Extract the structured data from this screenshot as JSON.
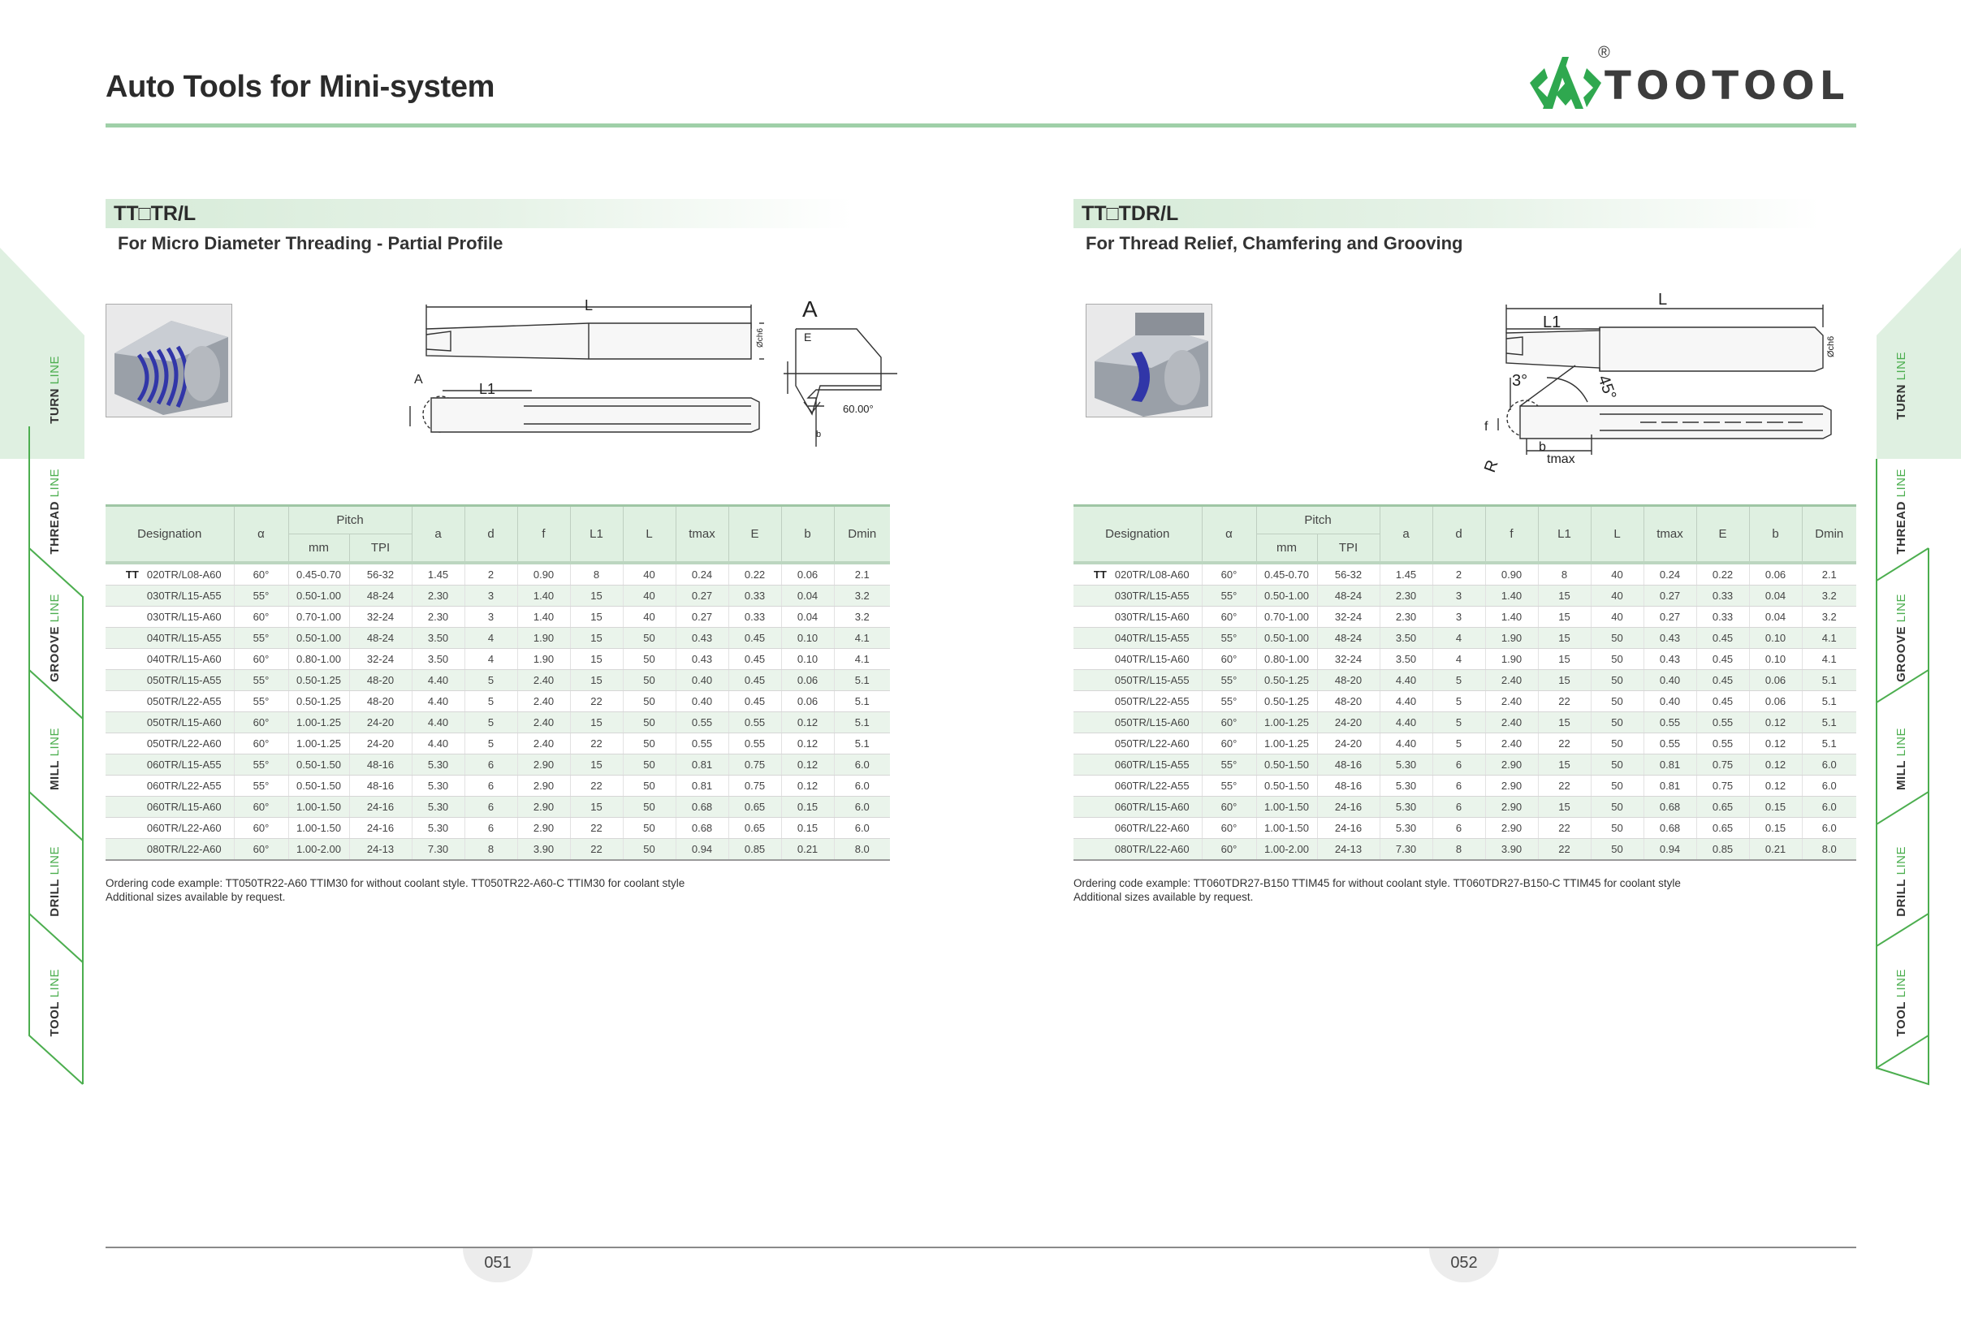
{
  "header": {
    "title": "Auto Tools for Mini-system",
    "brand": "TOOTOOL",
    "registered": "®"
  },
  "colors": {
    "accent": "#9fd0a8",
    "brand_green": "#2fa84f",
    "tab_green": "#dff0e1"
  },
  "side_tabs": [
    {
      "bold": "TURN",
      "light": "LINE"
    },
    {
      "bold": "THREAD",
      "light": "LINE"
    },
    {
      "bold": "GROOVE",
      "light": "LINE"
    },
    {
      "bold": "MILL",
      "light": "LINE"
    },
    {
      "bold": "DRILL",
      "light": "LINE"
    },
    {
      "bold": "TOOL",
      "light": "LINE"
    }
  ],
  "sections": [
    {
      "title": "TT□TR/L",
      "subtitle": "For Micro Diameter Threading - Partial Profile",
      "drawing_labels": {
        "L": "L",
        "L1": "L1",
        "A": "A",
        "A_view": "A",
        "E": "E",
        "dia": "Øch6",
        "angle": "60.00°",
        "b": "b",
        "side_label": "A"
      },
      "table": {
        "headers": {
          "designation": "Designation",
          "alpha": "α",
          "pitch": "Pitch",
          "mm": "mm",
          "tpi": "TPI",
          "a": "a",
          "d": "d",
          "f": "f",
          "L1": "L1",
          "L": "L",
          "tmax": "tmax",
          "E": "E",
          "b": "b",
          "Dmin": "Dmin"
        },
        "prefix": "TT",
        "rows": [
          [
            "020TR/L08-A60",
            "60°",
            "0.45-0.70",
            "56-32",
            "1.45",
            "2",
            "0.90",
            "8",
            "40",
            "0.24",
            "0.22",
            "0.06",
            "2.1"
          ],
          [
            "030TR/L15-A55",
            "55°",
            "0.50-1.00",
            "48-24",
            "2.30",
            "3",
            "1.40",
            "15",
            "40",
            "0.27",
            "0.33",
            "0.04",
            "3.2"
          ],
          [
            "030TR/L15-A60",
            "60°",
            "0.70-1.00",
            "32-24",
            "2.30",
            "3",
            "1.40",
            "15",
            "40",
            "0.27",
            "0.33",
            "0.04",
            "3.2"
          ],
          [
            "040TR/L15-A55",
            "55°",
            "0.50-1.00",
            "48-24",
            "3.50",
            "4",
            "1.90",
            "15",
            "50",
            "0.43",
            "0.45",
            "0.10",
            "4.1"
          ],
          [
            "040TR/L15-A60",
            "60°",
            "0.80-1.00",
            "32-24",
            "3.50",
            "4",
            "1.90",
            "15",
            "50",
            "0.43",
            "0.45",
            "0.10",
            "4.1"
          ],
          [
            "050TR/L15-A55",
            "55°",
            "0.50-1.25",
            "48-20",
            "4.40",
            "5",
            "2.40",
            "15",
            "50",
            "0.40",
            "0.45",
            "0.06",
            "5.1"
          ],
          [
            "050TR/L22-A55",
            "55°",
            "0.50-1.25",
            "48-20",
            "4.40",
            "5",
            "2.40",
            "22",
            "50",
            "0.40",
            "0.45",
            "0.06",
            "5.1"
          ],
          [
            "050TR/L15-A60",
            "60°",
            "1.00-1.25",
            "24-20",
            "4.40",
            "5",
            "2.40",
            "15",
            "50",
            "0.55",
            "0.55",
            "0.12",
            "5.1"
          ],
          [
            "050TR/L22-A60",
            "60°",
            "1.00-1.25",
            "24-20",
            "4.40",
            "5",
            "2.40",
            "22",
            "50",
            "0.55",
            "0.55",
            "0.12",
            "5.1"
          ],
          [
            "060TR/L15-A55",
            "55°",
            "0.50-1.50",
            "48-16",
            "5.30",
            "6",
            "2.90",
            "15",
            "50",
            "0.81",
            "0.75",
            "0.12",
            "6.0"
          ],
          [
            "060TR/L22-A55",
            "55°",
            "0.50-1.50",
            "48-16",
            "5.30",
            "6",
            "2.90",
            "22",
            "50",
            "0.81",
            "0.75",
            "0.12",
            "6.0"
          ],
          [
            "060TR/L15-A60",
            "60°",
            "1.00-1.50",
            "24-16",
            "5.30",
            "6",
            "2.90",
            "15",
            "50",
            "0.68",
            "0.65",
            "0.15",
            "6.0"
          ],
          [
            "060TR/L22-A60",
            "60°",
            "1.00-1.50",
            "24-16",
            "5.30",
            "6",
            "2.90",
            "22",
            "50",
            "0.68",
            "0.65",
            "0.15",
            "6.0"
          ],
          [
            "080TR/L22-A60",
            "60°",
            "1.00-2.00",
            "24-13",
            "7.30",
            "8",
            "3.90",
            "22",
            "50",
            "0.94",
            "0.85",
            "0.21",
            "8.0"
          ]
        ]
      },
      "note1": "Ordering code example: TT050TR22-A60 TTIM30 for without coolant style.  TT050TR22-A60-C TTIM30 for coolant style",
      "note2": "Additional sizes available by request.",
      "page": "051"
    },
    {
      "title": "TT□TDR/L",
      "subtitle": "For Thread Relief, Chamfering and Grooving",
      "drawing_labels": {
        "L": "L",
        "L1": "L1",
        "dia": "Øch6",
        "a3": "3°",
        "a45": "45°",
        "f": "f",
        "R": "R",
        "b": "b",
        "tmax": "tmax"
      },
      "table": {
        "headers": {
          "designation": "Designation",
          "alpha": "α",
          "pitch": "Pitch",
          "mm": "mm",
          "tpi": "TPI",
          "a": "a",
          "d": "d",
          "f": "f",
          "L1": "L1",
          "L": "L",
          "tmax": "tmax",
          "E": "E",
          "b": "b",
          "Dmin": "Dmin"
        },
        "prefix": "TT",
        "rows": [
          [
            "020TR/L08-A60",
            "60°",
            "0.45-0.70",
            "56-32",
            "1.45",
            "2",
            "0.90",
            "8",
            "40",
            "0.24",
            "0.22",
            "0.06",
            "2.1"
          ],
          [
            "030TR/L15-A55",
            "55°",
            "0.50-1.00",
            "48-24",
            "2.30",
            "3",
            "1.40",
            "15",
            "40",
            "0.27",
            "0.33",
            "0.04",
            "3.2"
          ],
          [
            "030TR/L15-A60",
            "60°",
            "0.70-1.00",
            "32-24",
            "2.30",
            "3",
            "1.40",
            "15",
            "40",
            "0.27",
            "0.33",
            "0.04",
            "3.2"
          ],
          [
            "040TR/L15-A55",
            "55°",
            "0.50-1.00",
            "48-24",
            "3.50",
            "4",
            "1.90",
            "15",
            "50",
            "0.43",
            "0.45",
            "0.10",
            "4.1"
          ],
          [
            "040TR/L15-A60",
            "60°",
            "0.80-1.00",
            "32-24",
            "3.50",
            "4",
            "1.90",
            "15",
            "50",
            "0.43",
            "0.45",
            "0.10",
            "4.1"
          ],
          [
            "050TR/L15-A55",
            "55°",
            "0.50-1.25",
            "48-20",
            "4.40",
            "5",
            "2.40",
            "15",
            "50",
            "0.40",
            "0.45",
            "0.06",
            "5.1"
          ],
          [
            "050TR/L22-A55",
            "55°",
            "0.50-1.25",
            "48-20",
            "4.40",
            "5",
            "2.40",
            "22",
            "50",
            "0.40",
            "0.45",
            "0.06",
            "5.1"
          ],
          [
            "050TR/L15-A60",
            "60°",
            "1.00-1.25",
            "24-20",
            "4.40",
            "5",
            "2.40",
            "15",
            "50",
            "0.55",
            "0.55",
            "0.12",
            "5.1"
          ],
          [
            "050TR/L22-A60",
            "60°",
            "1.00-1.25",
            "24-20",
            "4.40",
            "5",
            "2.40",
            "22",
            "50",
            "0.55",
            "0.55",
            "0.12",
            "5.1"
          ],
          [
            "060TR/L15-A55",
            "55°",
            "0.50-1.50",
            "48-16",
            "5.30",
            "6",
            "2.90",
            "15",
            "50",
            "0.81",
            "0.75",
            "0.12",
            "6.0"
          ],
          [
            "060TR/L22-A55",
            "55°",
            "0.50-1.50",
            "48-16",
            "5.30",
            "6",
            "2.90",
            "22",
            "50",
            "0.81",
            "0.75",
            "0.12",
            "6.0"
          ],
          [
            "060TR/L15-A60",
            "60°",
            "1.00-1.50",
            "24-16",
            "5.30",
            "6",
            "2.90",
            "15",
            "50",
            "0.68",
            "0.65",
            "0.15",
            "6.0"
          ],
          [
            "060TR/L22-A60",
            "60°",
            "1.00-1.50",
            "24-16",
            "5.30",
            "6",
            "2.90",
            "22",
            "50",
            "0.68",
            "0.65",
            "0.15",
            "6.0"
          ],
          [
            "080TR/L22-A60",
            "60°",
            "1.00-2.00",
            "24-13",
            "7.30",
            "8",
            "3.90",
            "22",
            "50",
            "0.94",
            "0.85",
            "0.21",
            "8.0"
          ]
        ]
      },
      "note1": "Ordering code example: TT060TDR27-B150 TTIM45 for without coolant style.   TT060TDR27-B150-C TTIM45 for coolant style",
      "note2": "Additional sizes available by request.",
      "page": "052"
    }
  ]
}
